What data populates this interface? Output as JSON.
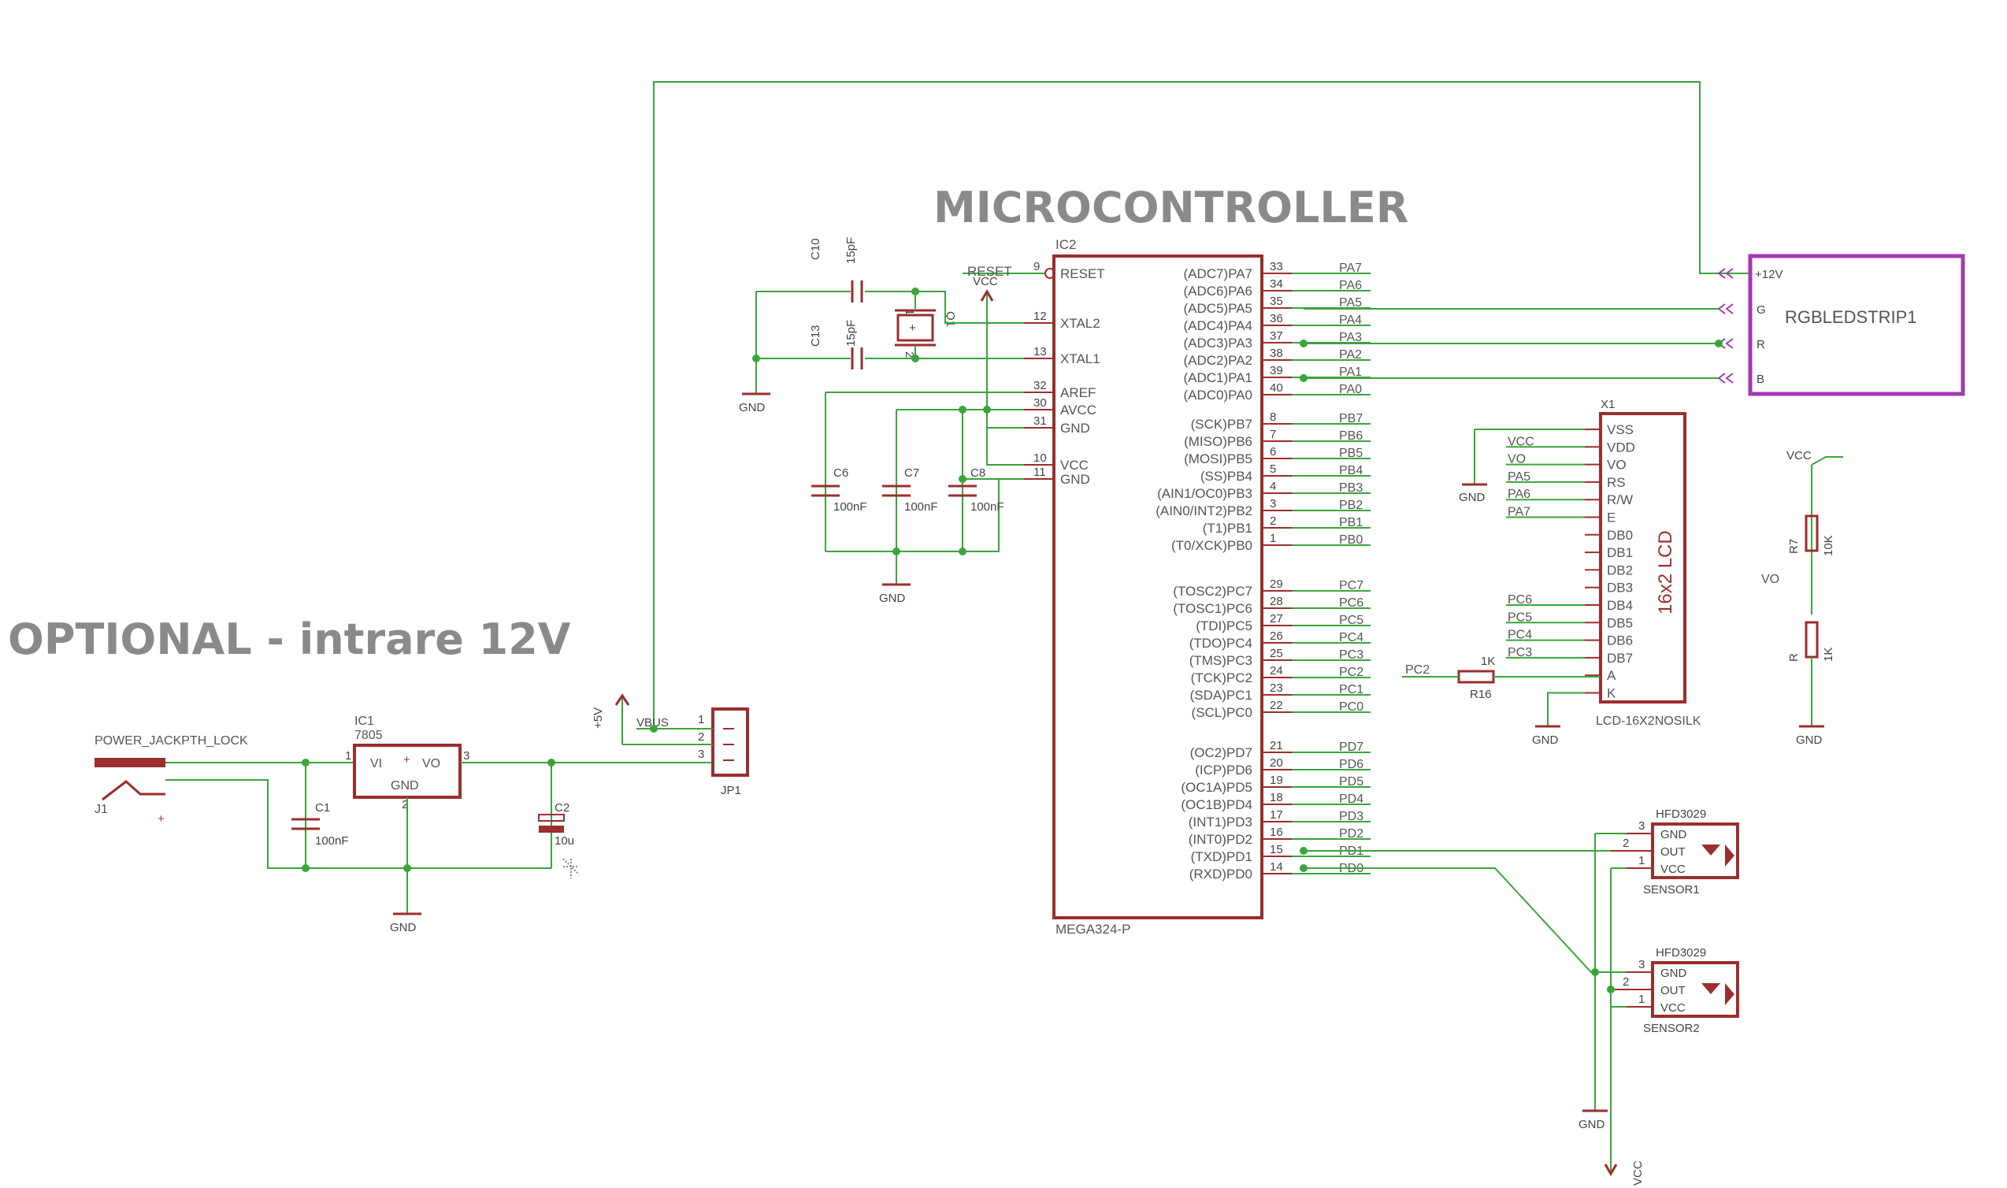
{
  "titles": {
    "microcontroller": "MICROCONTROLLER",
    "optional": "OPTIONAL - intrare 12V"
  },
  "ic2": {
    "name": "IC2",
    "value": "MEGA324-P",
    "left_pins": [
      {
        "num": "9",
        "label": "RESET"
      },
      {
        "num": "12",
        "label": "XTAL2"
      },
      {
        "num": "13",
        "label": "XTAL1"
      },
      {
        "num": "32",
        "label": "AREF"
      },
      {
        "num": "30",
        "label": "AVCC"
      },
      {
        "num": "31",
        "label": "GND"
      },
      {
        "num": "10",
        "label": "VCC"
      },
      {
        "num": "11",
        "label": "GND"
      }
    ],
    "right_pins": [
      {
        "num": "33",
        "label": "(ADC7)PA7",
        "net": "PA7"
      },
      {
        "num": "34",
        "label": "(ADC6)PA6",
        "net": "PA6"
      },
      {
        "num": "35",
        "label": "(ADC5)PA5",
        "net": "PA5"
      },
      {
        "num": "36",
        "label": "(ADC4)PA4",
        "net": "PA4"
      },
      {
        "num": "37",
        "label": "(ADC3)PA3",
        "net": "PA3"
      },
      {
        "num": "38",
        "label": "(ADC2)PA2",
        "net": "PA2"
      },
      {
        "num": "39",
        "label": "(ADC1)PA1",
        "net": "PA1"
      },
      {
        "num": "40",
        "label": "(ADC0)PA0",
        "net": "PA0"
      },
      {
        "num": "8",
        "label": "(SCK)PB7",
        "net": "PB7"
      },
      {
        "num": "7",
        "label": "(MISO)PB6",
        "net": "PB6"
      },
      {
        "num": "6",
        "label": "(MOSI)PB5",
        "net": "PB5"
      },
      {
        "num": "5",
        "label": "(SS)PB4",
        "net": "PB4"
      },
      {
        "num": "4",
        "label": "(AIN1/OC0)PB3",
        "net": "PB3"
      },
      {
        "num": "3",
        "label": "(AIN0/INT2)PB2",
        "net": "PB2"
      },
      {
        "num": "2",
        "label": "(T1)PB1",
        "net": "PB1"
      },
      {
        "num": "1",
        "label": "(T0/XCK)PB0",
        "net": "PB0"
      },
      {
        "num": "29",
        "label": "(TOSC2)PC7",
        "net": "PC7"
      },
      {
        "num": "28",
        "label": "(TOSC1)PC6",
        "net": "PC6"
      },
      {
        "num": "27",
        "label": "(TDI)PC5",
        "net": "PC5"
      },
      {
        "num": "26",
        "label": "(TDO)PC4",
        "net": "PC4"
      },
      {
        "num": "25",
        "label": "(TMS)PC3",
        "net": "PC3"
      },
      {
        "num": "24",
        "label": "(TCK)PC2",
        "net": "PC2"
      },
      {
        "num": "23",
        "label": "(SDA)PC1",
        "net": "PC1"
      },
      {
        "num": "22",
        "label": "(SCL)PC0",
        "net": "PC0"
      },
      {
        "num": "21",
        "label": "(OC2)PD7",
        "net": "PD7"
      },
      {
        "num": "20",
        "label": "(ICP)PD6",
        "net": "PD6"
      },
      {
        "num": "19",
        "label": "(OC1A)PD5",
        "net": "PD5"
      },
      {
        "num": "18",
        "label": "(OC1B)PD4",
        "net": "PD4"
      },
      {
        "num": "17",
        "label": "(INT1)PD3",
        "net": "PD3"
      },
      {
        "num": "16",
        "label": "(INT0)PD2",
        "net": "PD2"
      },
      {
        "num": "15",
        "label": "(TXD)PD1",
        "net": "PD1"
      },
      {
        "num": "14",
        "label": "(RXD)PD0",
        "net": "PD0"
      }
    ]
  },
  "crystal": {
    "name": "Q1",
    "pin1": "1",
    "pin2": "2"
  },
  "caps": {
    "c10": {
      "name": "C10",
      "value": "15pF"
    },
    "c13": {
      "name": "C13",
      "value": "15pF"
    },
    "c6": {
      "name": "C6",
      "value": "100nF"
    },
    "c7": {
      "name": "C7",
      "value": "100nF"
    },
    "c8": {
      "name": "C8",
      "value": "100nF"
    },
    "c1": {
      "name": "C1",
      "value": "100nF"
    },
    "c2": {
      "name": "C2",
      "value": "10u"
    }
  },
  "supplies": {
    "gnd": "GND",
    "vcc": "VCC",
    "p5v": "+5V",
    "vbus": "VBUS",
    "reset": "RESET"
  },
  "lcd": {
    "name": "X1",
    "value": "LCD-16X2NOSILK",
    "title": "16x2 LCD",
    "pins": [
      "VSS",
      "VDD",
      "VO",
      "RS",
      "R/W",
      "E",
      "DB0",
      "DB1",
      "DB2",
      "DB3",
      "DB4",
      "DB5",
      "DB6",
      "DB7",
      "A",
      "K"
    ],
    "nets": [
      "",
      "VCC",
      "VO",
      "PA5",
      "PA6",
      "PA7",
      "",
      "",
      "",
      "",
      "PC6",
      "PC5",
      "PC4",
      "PC3",
      "",
      ""
    ]
  },
  "r16": {
    "name": "R16",
    "value": "1K",
    "net": "PC2"
  },
  "r7": {
    "name": "R7",
    "value": "10K"
  },
  "r_low": {
    "name": "R",
    "value": "1K"
  },
  "vo_net": "VO",
  "rgb": {
    "name": "RGBLEDSTRIP1",
    "pins": [
      "+12V",
      "G",
      "R",
      "B"
    ]
  },
  "sensor1": {
    "part": "HFD3029",
    "name": "SENSOR1",
    "pins": [
      "GND",
      "OUT",
      "VCC"
    ],
    "nums": [
      "3",
      "2",
      "1"
    ]
  },
  "sensor2": {
    "part": "HFD3029",
    "name": "SENSOR2",
    "pins": [
      "GND",
      "OUT",
      "VCC"
    ],
    "nums": [
      "3",
      "2",
      "1"
    ]
  },
  "power": {
    "jack_value": "POWER_JACKPTH_LOCK",
    "jack_name": "J1",
    "reg_name": "IC1",
    "reg_value": "7805",
    "reg_vi": "VI",
    "reg_vo": "VO",
    "reg_gnd": "GND",
    "reg_pin_in": "1",
    "reg_pin_gnd": "2",
    "reg_pin_out": "3"
  },
  "jp1": {
    "name": "JP1",
    "pins": [
      "1",
      "2",
      "3"
    ]
  },
  "colors": {
    "wire": "#3aa53a",
    "part": "#9b2e2e",
    "rgb_box": "#a13ab0",
    "text": "#555555",
    "title": "#8a8a8a"
  }
}
